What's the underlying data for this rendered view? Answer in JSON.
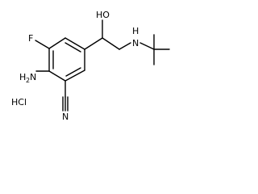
{
  "molecule": {
    "atoms": {
      "hydroxyl": "HO",
      "amine_nh": "H",
      "amine_n": "N",
      "fluorine": "F",
      "amino_h2": "H",
      "amino_sub": "2",
      "amino_n": "N",
      "nitrile_n": "N",
      "salt": "HCl"
    }
  }
}
